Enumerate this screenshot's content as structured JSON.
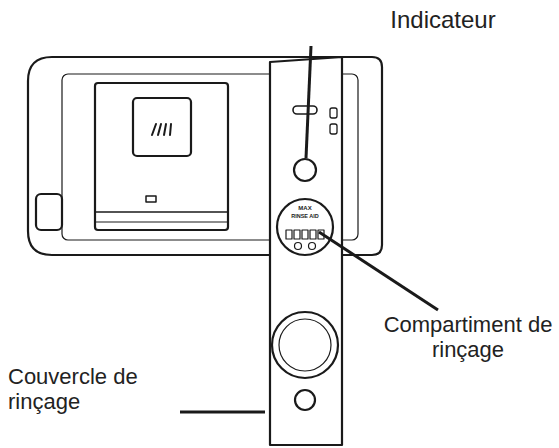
{
  "diagram": {
    "labels": [
      "Indicateur",
      "Compartiment de rinçage",
      "Couvercle de rinçage",
      "MAX",
      "RINSE AID"
    ]
  }
}
